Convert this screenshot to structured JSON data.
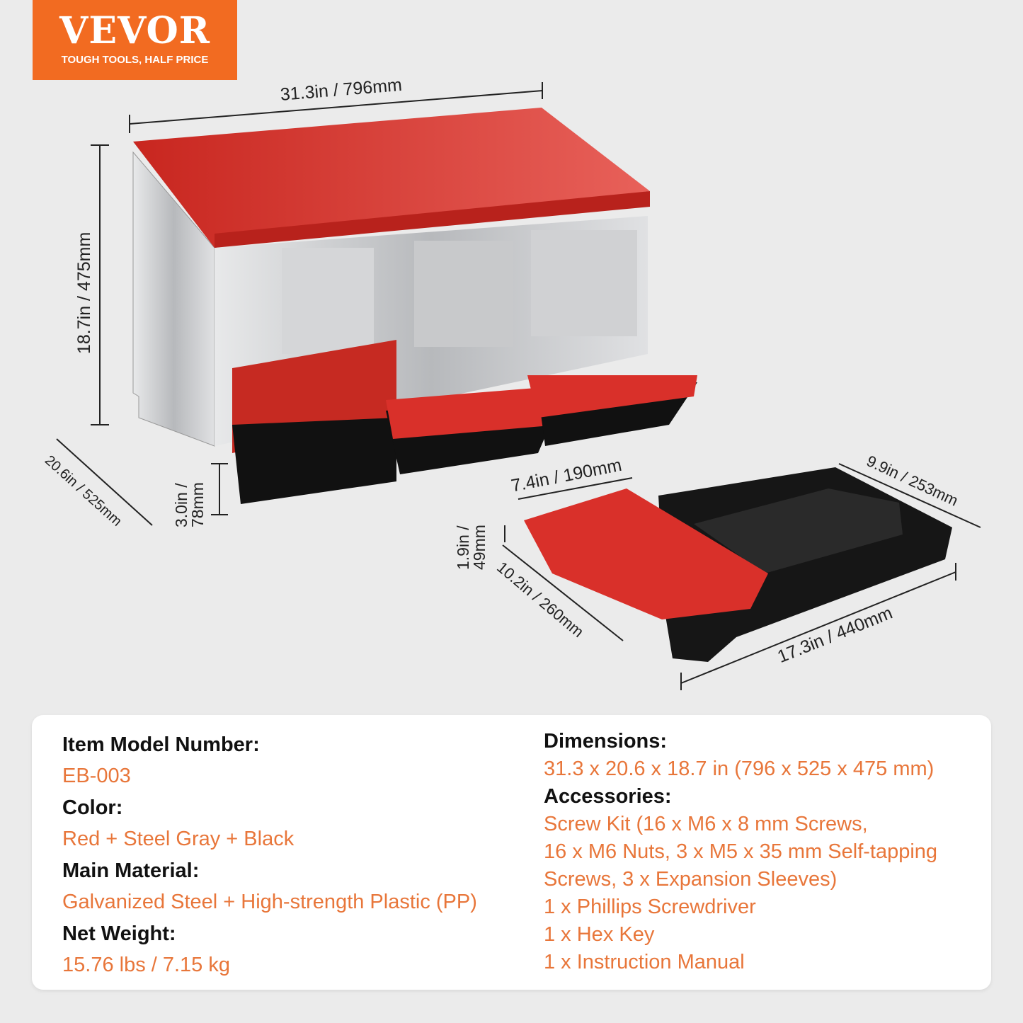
{
  "logo": {
    "brand": "VEVOR",
    "tagline": "TOUGH TOOLS, HALF PRICE",
    "color": "#f26b21"
  },
  "dimensions": {
    "width": "31.3in / 796mm",
    "height": "18.7in / 475mm",
    "depth": "20.6in / 525mm",
    "tray_height": "3.0in / 78mm",
    "box_width": "7.4in / 190mm",
    "box_depth": "9.9in / 253mm",
    "box_height": "1.9in / 49mm",
    "lid_length": "10.2in / 260mm",
    "tray_length": "17.3in / 440mm"
  },
  "specs": {
    "left": [
      {
        "label": "Item Model Number:",
        "value": "EB-003"
      },
      {
        "label": "Color:",
        "value": "Red + Steel Gray + Black"
      },
      {
        "label": "Main Material:",
        "value": "Galvanized Steel + High-strength Plastic (PP)"
      },
      {
        "label": "Net Weight:",
        "value": "15.76 lbs / 7.15 kg"
      }
    ],
    "right": [
      {
        "label": "Dimensions:",
        "lines": [
          "31.3 x 20.6 x 18.7 in (796 x 525 x 475 mm)"
        ]
      },
      {
        "label": "Accessories:",
        "lines": [
          "Screw Kit (16 x M6 x 8 mm Screws,",
          "16 x M6 Nuts, 3 x M5 x 35 mm Self-tapping",
          "Screws, 3 x Expansion Sleeves)",
          "1 x Phillips Screwdriver",
          "1 x Hex Key",
          "1 x Instruction Manual"
        ]
      }
    ]
  },
  "colors": {
    "accent": "#e8763a",
    "roof": "#d9302a",
    "steel": "#c9cacc",
    "plastic": "#1a1a1a"
  }
}
